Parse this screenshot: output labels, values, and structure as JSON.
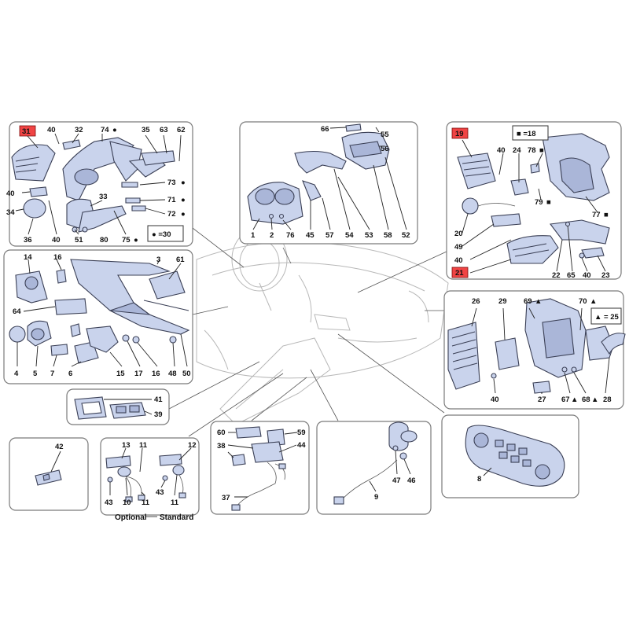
{
  "labels": {
    "p31": "31",
    "p40": "40",
    "p32": "32",
    "p74": "74",
    "p35": "35",
    "p63": "63",
    "p62": "62",
    "p34": "34",
    "p36": "36",
    "p51": "51",
    "p80": "80",
    "p33": "33",
    "p75": "75",
    "p73": "73",
    "p71": "71",
    "p72": "72",
    "p66": "66",
    "p55": "55",
    "p56": "56",
    "p1": "1",
    "p2": "2",
    "p76": "76",
    "p45": "45",
    "p57": "57",
    "p54": "54",
    "p53": "53",
    "p58": "58",
    "p52": "52",
    "p19": "19",
    "p24": "24",
    "p78": "78",
    "p79": "79",
    "p77": "77",
    "p20": "20",
    "p49": "49",
    "p21": "21",
    "p22": "22",
    "p65": "65",
    "p23": "23",
    "p14": "14",
    "p16": "16",
    "p3": "3",
    "p61": "61",
    "p64": "64",
    "p4": "4",
    "p5": "5",
    "p7": "7",
    "p6": "6",
    "p15": "15",
    "p17": "17",
    "p48": "48",
    "p50": "50",
    "p26": "26",
    "p29": "29",
    "p69": "69",
    "p70": "70",
    "p27": "27",
    "p67": "67",
    "p68": "68",
    "p28": "28",
    "p41": "41",
    "p39": "39",
    "p42": "42",
    "p13": "13",
    "p11": "11",
    "p12": "12",
    "p43": "43",
    "p10": "10",
    "p60": "60",
    "p59": "59",
    "p38": "38",
    "p44": "44",
    "p37": "37",
    "p47": "47",
    "p46": "46",
    "p9": "9",
    "p8": "8"
  },
  "legends": {
    "circle_30": "● =30",
    "square_18": "■ =18",
    "triangle_25": "▲ = 25"
  },
  "captions": {
    "optional": "Optional",
    "standard": "Standard"
  },
  "symbols": {
    "circle": "●",
    "square": "■",
    "triangle": "▲"
  },
  "colors": {
    "part_fill": "#c9d3ec",
    "highlight": "#f04444"
  }
}
